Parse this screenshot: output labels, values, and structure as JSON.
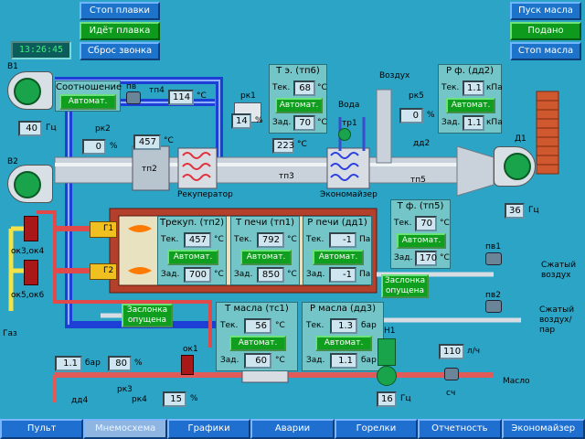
{
  "header": {
    "clock": "13:26:45",
    "buttons": {
      "stop_melt": "Стоп плавки",
      "melt_running": "Идёт плавка",
      "reset_bell": "Сброс звонка",
      "oil_start": "Пуск масла",
      "oil_supplied": "Подано",
      "oil_stop": "Стоп масла"
    }
  },
  "fans": {
    "b1": {
      "name": "В1",
      "freq": "40",
      "unit": "Гц"
    },
    "b2": {
      "name": "В2"
    },
    "d1": {
      "name": "Д1",
      "freq": "36",
      "unit": "Гц"
    }
  },
  "ratio": {
    "title": "Соотношение",
    "mode": "Автомат."
  },
  "tags": {
    "pv": "пв",
    "tp4": "тп4",
    "tp4_val": "114",
    "tp4_unit": "°C",
    "rk1": "рк1",
    "rk1_val": "14",
    "rk1_unit": "%",
    "rk2": "рк2",
    "rk2_val": "0",
    "rk2_unit": "%",
    "tp_left_val": "457",
    "tp_left_unit": "°C",
    "tp2": "тп2",
    "recuperator": "Рекуператор",
    "tp3": "тп3",
    "tp3_val": "223",
    "tp3_unit": "°C",
    "economizer": "Экономайзер",
    "water": "Вода",
    "tr1": "тр1",
    "air": "Воздух",
    "rk5": "рк5",
    "rk5_val": "0",
    "rk5_unit": "%",
    "dd2": "дд2",
    "tp5": "тп5",
    "g1": "Г1",
    "g2": "Г2",
    "ok34": "ок3,ок4",
    "ok56": "ок5,ок6",
    "gas": "Газ",
    "damper_lowered_1": "Заслонка опущена",
    "damper_lowered_2": "Заслонка опущена",
    "pv1": "пв1",
    "pv2": "пв2",
    "compressed_air": "Сжатый воздух",
    "compressed_air_steam": "Сжатый воздух/ пар",
    "h1": "Н1",
    "h1_freq": "16",
    "h1_unit": "Гц",
    "sch": "сч",
    "flow_val": "110",
    "flow_unit": "л/ч",
    "oil": "Масло",
    "ok1": "ок1",
    "dd4": "дд4",
    "rk3": "рк3",
    "rk4": "рк4",
    "p_left_val": "1.1",
    "p_left_unit": "бар",
    "rk3_val": "80",
    "rk3_unit": "%",
    "rk4_val": "15",
    "rk4_unit": "%"
  },
  "panels": {
    "te": {
      "title": "Т э. (тп6)",
      "cur_label": "Тек.",
      "cur": "68",
      "unit": "°C",
      "mode": "Автомат.",
      "set_label": "Зад.",
      "set": "70"
    },
    "pf": {
      "title": "Р ф. (дд2)",
      "cur_label": "Тек.",
      "cur": "1.1",
      "unit": "кПа",
      "mode": "Автомат.",
      "set_label": "Зад.",
      "set": "1.1"
    },
    "tf": {
      "title": "Т ф. (тп5)",
      "cur_label": "Тек.",
      "cur": "70",
      "unit": "°C",
      "mode": "Автомат.",
      "set_label": "Зад.",
      "set": "170"
    },
    "trecup": {
      "title": "Трекуп. (тп2)",
      "cur_label": "Тек.",
      "cur": "457",
      "unit": "°C",
      "mode": "Автомат.",
      "set_label": "Зад.",
      "set": "700"
    },
    "tfurn": {
      "title": "Т печи (тп1)",
      "cur_label": "Тек.",
      "cur": "792",
      "unit": "°C",
      "mode": "Автомат.",
      "set_label": "Зад.",
      "set": "850"
    },
    "pfurn": {
      "title": "Р печи (дд1)",
      "cur_label": "Тек.",
      "cur": "-1",
      "unit": "Па",
      "mode": "Автомат.",
      "set_label": "Зад.",
      "set": "-1"
    },
    "toil": {
      "title": "Т масла (тс1)",
      "cur_label": "Тек.",
      "cur": "56",
      "unit": "°C",
      "mode": "Автомат.",
      "set_label": "Зад.",
      "set": "60"
    },
    "poil": {
      "title": "Р масла (дд3)",
      "cur_label": "Тек.",
      "cur": "1.3",
      "unit": "бар",
      "mode": "Автомат.",
      "set_label": "Зад.",
      "set": "1.1"
    }
  },
  "nav": [
    "Пульт",
    "Мнемосхема",
    "Графики",
    "Аварии",
    "Горелки",
    "Отчетность",
    "Экономайзер"
  ],
  "nav_active": "Мнемосхема",
  "colors": {
    "background": "#2ba4c6",
    "pipe_blue": "#1e3fd6",
    "pipe_red": "#e04a4a",
    "pipe_grey": "#c8d0d8",
    "furnace_brick": "#b3402a",
    "auto_green": "#0f9e1d"
  }
}
